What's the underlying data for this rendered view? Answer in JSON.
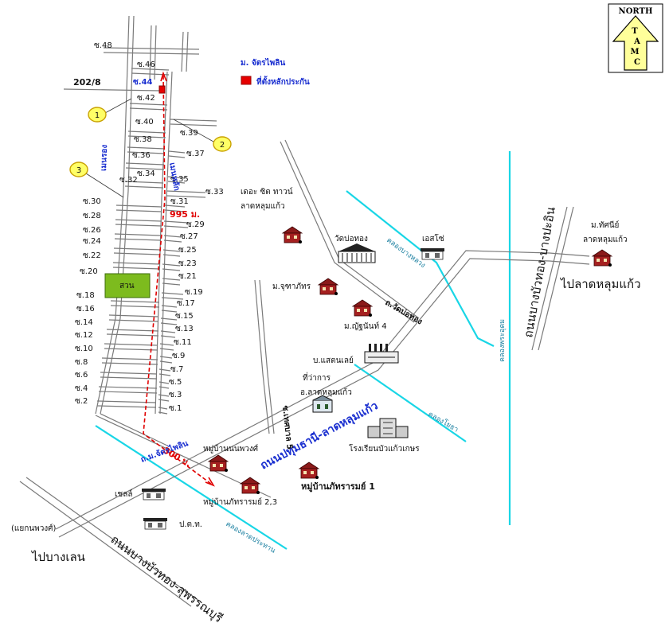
{
  "compass": {
    "north": "NORTH",
    "letters": [
      "T",
      "A",
      "M",
      "C"
    ]
  },
  "legend": {
    "village": "ม. จัตรไพลิน",
    "marker": "ที่ตั้งหลักประกัน"
  },
  "callouts": [
    "1",
    "2",
    "3"
  ],
  "colors": {
    "canal": "#19d6e6",
    "route": "#e00000",
    "park": "#7dbb1e",
    "label_blue": "#1a2fd0"
  },
  "distances": {
    "north_leg": "995 ม.",
    "south_leg": "300 ม."
  },
  "lot_number": "202/8",
  "left_soi": [
    "ซ.48",
    "ซ.46",
    "ซ.44",
    "ซ.42",
    "ซ.40",
    "ซ.38",
    "ซ.36",
    "ซ.34",
    "ซ.32",
    "ซ.30",
    "ซ.28",
    "ซ.26",
    "ซ.24",
    "ซ.22",
    "ซ.20",
    "ซ.18",
    "ซ.16",
    "ซ.14",
    "ซ.12",
    "ซ.10",
    "ซ.8",
    "ซ.6",
    "ซ.4",
    "ซ.2"
  ],
  "right_soi": [
    "ซ.39",
    "ซ.37",
    "ซ.35",
    "ซ.33",
    "ซ.31",
    "ซ.29",
    "ซ.27",
    "ซ.25",
    "ซ.23",
    "ซ.21",
    "ซ.19",
    "ซ.17",
    "ซ.15",
    "ซ.13",
    "ซ.11",
    "ซ.9",
    "ซ.7",
    "ซ.5",
    "ซ.3",
    "ซ.1"
  ],
  "streets": {
    "main_left": "เมนรอง",
    "main_right": "เมนหลัก",
    "village_road": "ถ.ม.จัตรไพลิน",
    "wat_bo_thong_road": "ถ.วัดบ่อทอง",
    "pathum_road": "ถนนปทุมธานี-ลาดหลุมแก้ว",
    "bang_bua_thong_suphan": "ถนนบางบัวทอง-สุพรรณบุรี",
    "bang_bua_thong_bang_pa_in": "ถนนบางบัวทอง-บางปะอิน",
    "thetsaban_5": "ซ.เทศบาล 5",
    "to_lat_lum_kaeo": "ไปลาดหลุมแก้ว",
    "to_bang_len": "ไปบางเลน"
  },
  "canals": {
    "khlong_bang_luang": "คลองบางหลวง",
    "khlong_phra_udom": "คลองพระอุดม",
    "khlong_yothaka": "คลองโยธา",
    "khlong_lat_pratan": "คลองลาดประทาน"
  },
  "park_label": "สวน",
  "places": {
    "the_city_town": "เดอะ ซิต ทาวน์",
    "the_city_town_2": "ลาดหลุมแก้ว",
    "wat_bo_thong": "วัดบ่อทอง",
    "esso": "เอสโซ่",
    "m_thatnee": "ม.ทัศนีย์",
    "m_thatnee_2": "ลาดหลุมแก้ว",
    "m_jutha": "ม.จุฑาภัทร",
    "m_yanun": "ม.ญัฐนันท์ 4",
    "b_standard": "บ.แสตนเลย์",
    "district_office": "ที่ว่าการ",
    "district_office_2": "อ.ลาดหลุมแก้ว",
    "school": "โรงเรียนบัวแก้วเกษร",
    "mu_ban_nonphong": "หมู่บ้านนนพวงศ์",
    "mu_ban_phattharam_1": "หมู่บ้านภัทรารมย์ 1",
    "mu_ban_phattharam_23": "หมู่บ้านภัทรารมย์ 2,3",
    "shell": "เชลล์",
    "ptt": "ป.ต.ท.",
    "junction": "(แยกนพวงศ์)"
  }
}
